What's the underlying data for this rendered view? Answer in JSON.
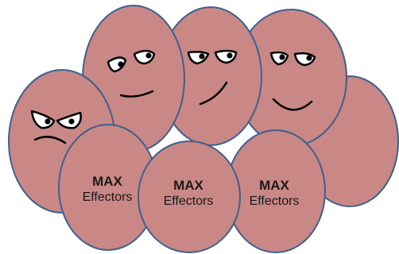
{
  "colors": {
    "fill": "#c98885",
    "stroke": "#3f5f8d",
    "feature": "#000000",
    "background": "#ffffff"
  },
  "cells": [
    {
      "name": "cell-top-left",
      "expression": "content",
      "icons": [
        "eye-icon",
        "eye-icon",
        "smile-icon"
      ]
    },
    {
      "name": "cell-top-middle",
      "expression": "content",
      "icons": [
        "eye-icon",
        "eye-icon",
        "smile-icon"
      ]
    },
    {
      "name": "cell-top-right",
      "expression": "content",
      "icons": [
        "eye-icon",
        "eye-icon",
        "smile-icon"
      ]
    },
    {
      "name": "cell-left",
      "expression": "angry",
      "icons": [
        "eye-icon",
        "eye-icon",
        "frown-icon"
      ]
    },
    {
      "name": "cell-right",
      "expression": "none",
      "icons": []
    },
    {
      "name": "max-effector-cell-1",
      "title": "MAX",
      "subtitle": "Effectors"
    },
    {
      "name": "max-effector-cell-2",
      "title": "MAX",
      "subtitle": "Effectors"
    },
    {
      "name": "max-effector-cell-3",
      "title": "MAX",
      "subtitle": "Effectors"
    }
  ]
}
